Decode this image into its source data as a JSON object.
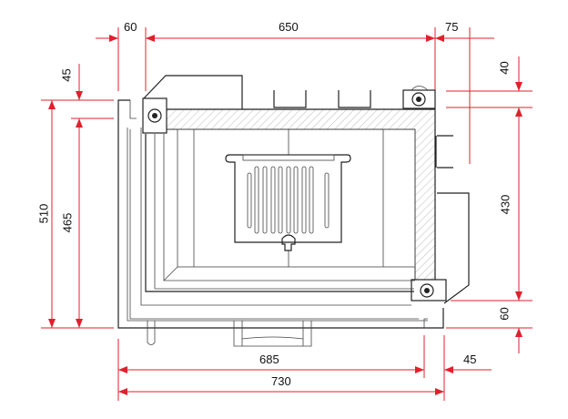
{
  "dimensions": {
    "top": [
      "60",
      "650",
      "75"
    ],
    "left": [
      "45",
      "510",
      "465"
    ],
    "right": [
      "40",
      "430",
      "60"
    ],
    "bottom": [
      "685",
      "45",
      "730"
    ]
  },
  "colors": {
    "dimension_line": "#e0202c",
    "drawing_line": "#222222"
  }
}
